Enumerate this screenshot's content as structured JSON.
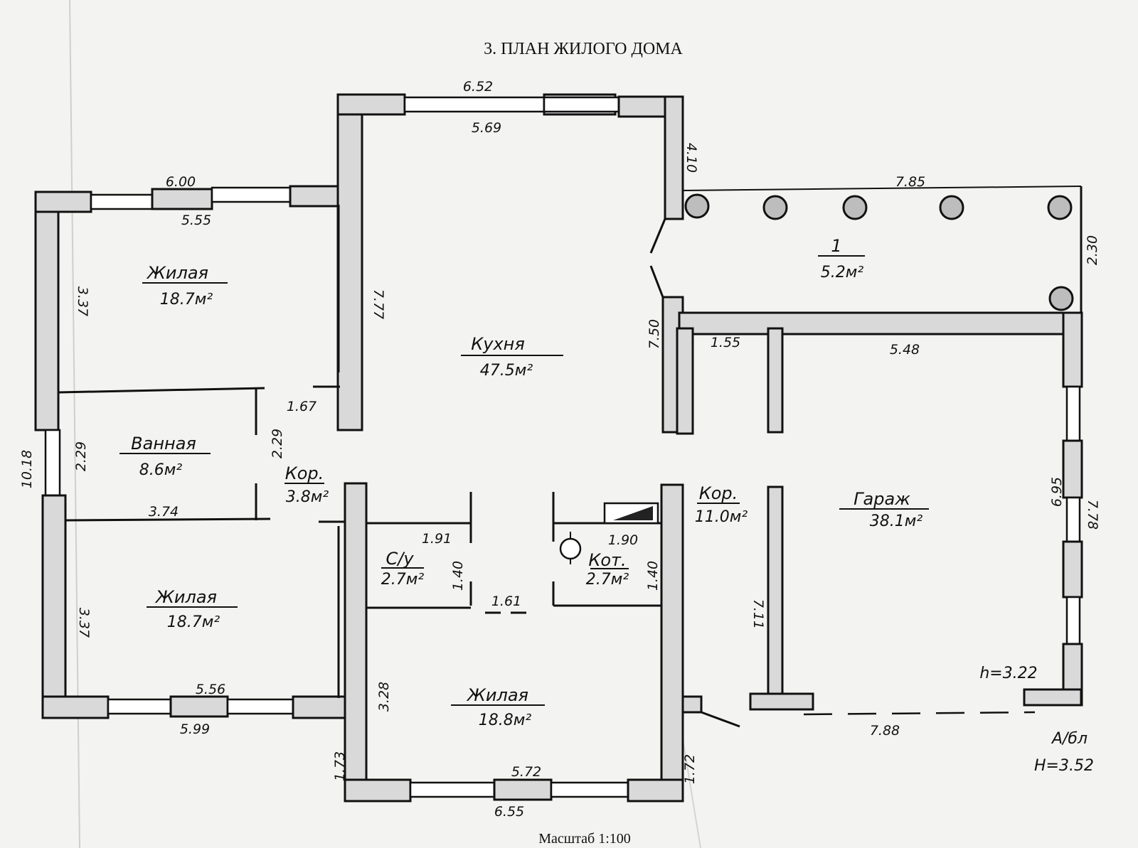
{
  "title": "3. ПЛАН ЖИЛОГО ДОМА",
  "scale": "Масштаб 1:100",
  "rooms": {
    "living_top": {
      "name": "Жилая",
      "area": "18.7м²"
    },
    "bath": {
      "name": "Ванная",
      "area": "8.6м²"
    },
    "living_bottom": {
      "name": "Жилая",
      "area": "18.7м²"
    },
    "corridor_small": {
      "name": "Кор.",
      "area": "3.8м²"
    },
    "kitchen": {
      "name": "Кухня",
      "area": "47.5м²"
    },
    "wc": {
      "name": "С/у",
      "area": "2.7м²"
    },
    "boiler": {
      "name": "Кот.",
      "area": "2.7м²"
    },
    "living_center": {
      "name": "Жилая",
      "area": "18.8м²"
    },
    "corridor_large": {
      "name": "Кор.",
      "area": "11.0м²"
    },
    "garage": {
      "name": "Гараж",
      "area": "38.1м²"
    },
    "terrace": {
      "name": "1",
      "area": "5.2м²"
    }
  },
  "dims": {
    "d652": "6.52",
    "d569": "5.69",
    "d410": "4.10",
    "d785": "7.85",
    "d230": "2.30",
    "d600": "6.00",
    "d555": "5.55",
    "d337a": "3.37",
    "d777": "7.77",
    "d750": "7.50",
    "d155": "1.55",
    "d548": "5.48",
    "d167": "1.67",
    "d1018": "10.18",
    "d229a": "2.29",
    "d229b": "2.29",
    "d374": "3.74",
    "d191": "1.91",
    "d190": "1.90",
    "d140a": "1.40",
    "d140b": "1.40",
    "d161": "1.61",
    "d337b": "3.37",
    "d695": "6.95",
    "d778": "7.78",
    "d711": "7.11",
    "d556": "5.56",
    "d599": "5.99",
    "d328": "3.28",
    "d173": "1.73",
    "d172": "1.72",
    "d572": "5.72",
    "d655": "6.55",
    "d788": "7.88"
  },
  "notes": {
    "h_garage": "h=3.22",
    "lit": "А/бл",
    "h_total": "H=3.52"
  }
}
